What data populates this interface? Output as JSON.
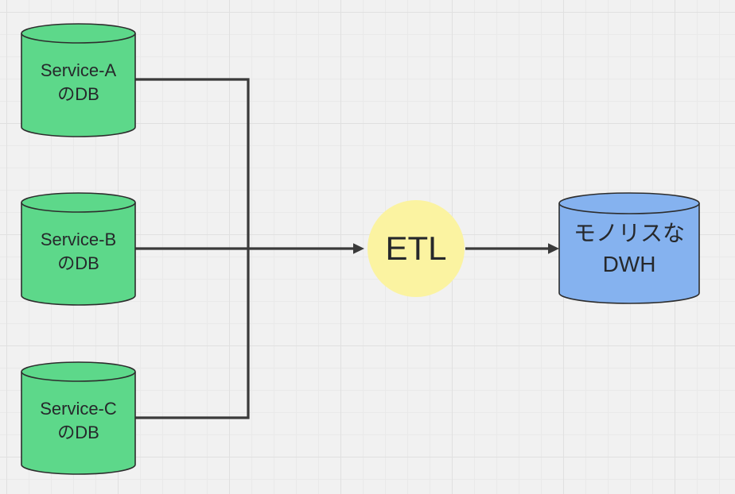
{
  "diagram": {
    "nodes": {
      "service_a_db": {
        "lines": [
          "Service-A",
          "のDB"
        ],
        "fill": "#5dd88a",
        "shape": "cylinder"
      },
      "service_b_db": {
        "lines": [
          "Service-B",
          "のDB"
        ],
        "fill": "#5dd88a",
        "shape": "cylinder"
      },
      "service_c_db": {
        "lines": [
          "Service-C",
          "のDB"
        ],
        "fill": "#5dd88a",
        "shape": "cylinder"
      },
      "etl": {
        "label": "ETL",
        "fill": "#fbf3a1",
        "shape": "circle"
      },
      "dwh": {
        "lines": [
          "モノリスな",
          "DWH"
        ],
        "fill": "#85b2ef",
        "shape": "cylinder"
      }
    },
    "edges": [
      {
        "from": "service_a_db",
        "to": "etl"
      },
      {
        "from": "service_b_db",
        "to": "etl"
      },
      {
        "from": "service_c_db",
        "to": "etl"
      },
      {
        "from": "etl",
        "to": "dwh"
      }
    ],
    "colors": {
      "background": "#f1f1f1",
      "grid_line": "#e9e9e9",
      "shape_stroke": "#2d2d2d",
      "connector": "#3a3a3a",
      "label_text": "#26282b"
    }
  }
}
